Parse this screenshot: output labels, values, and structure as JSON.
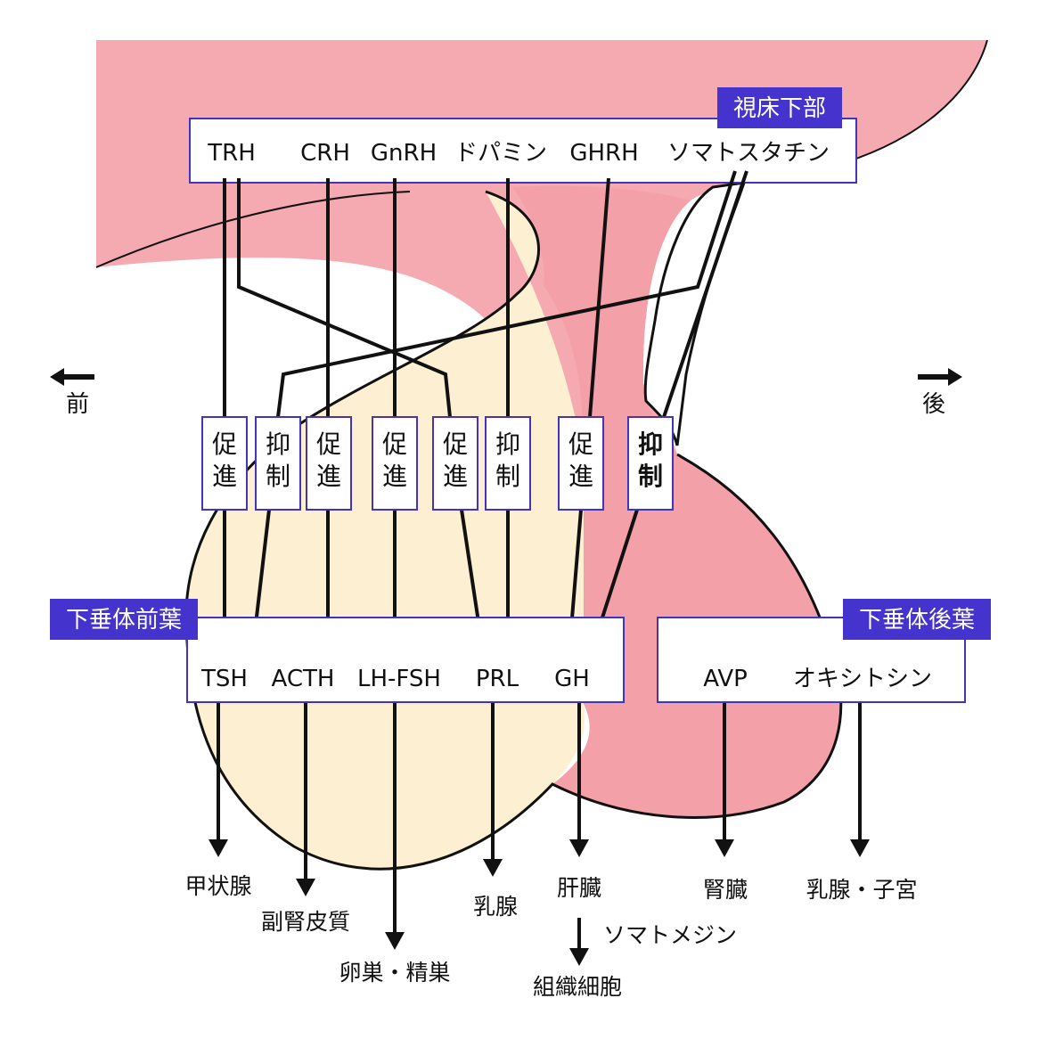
{
  "colors": {
    "hypothalamus_fill": "#f5a9b0",
    "posterior_fill": "#f4a0a8",
    "anterior_fill": "#fdefd2",
    "box_border": "#4433bb",
    "header_fill": "#4433cc",
    "emphasis_red": "#e81010"
  },
  "directions": {
    "front": "前",
    "back": "後"
  },
  "hypothalamus": {
    "title": "視床下部",
    "hormones": [
      "TRH",
      "CRH",
      "GnRH",
      "ドパミン",
      "GHRH",
      "ソマトスタチン"
    ]
  },
  "regulators": [
    [
      "促",
      "進"
    ],
    [
      "抑",
      "制"
    ],
    [
      "促",
      "進"
    ],
    [
      "促",
      "進"
    ],
    [
      "促",
      "進"
    ],
    [
      "抑",
      "制"
    ],
    [
      "促",
      "進"
    ],
    [
      "抑",
      "制"
    ]
  ],
  "anterior": {
    "title": "下垂体前葉",
    "hormones": [
      "TSH",
      "ACTH",
      "LH-FSH",
      "PRL",
      "GH"
    ]
  },
  "posterior": {
    "title": "下垂体後葉",
    "hormones": [
      "AVP",
      "オキシトシン"
    ]
  },
  "targets": [
    "甲状腺",
    "副腎皮質",
    "卵巣・精巣",
    "乳腺",
    "肝臓",
    "腎臓",
    "乳腺・子宮"
  ],
  "somatomedin": {
    "label": "ソマトメジン",
    "target": "組織細胞"
  }
}
